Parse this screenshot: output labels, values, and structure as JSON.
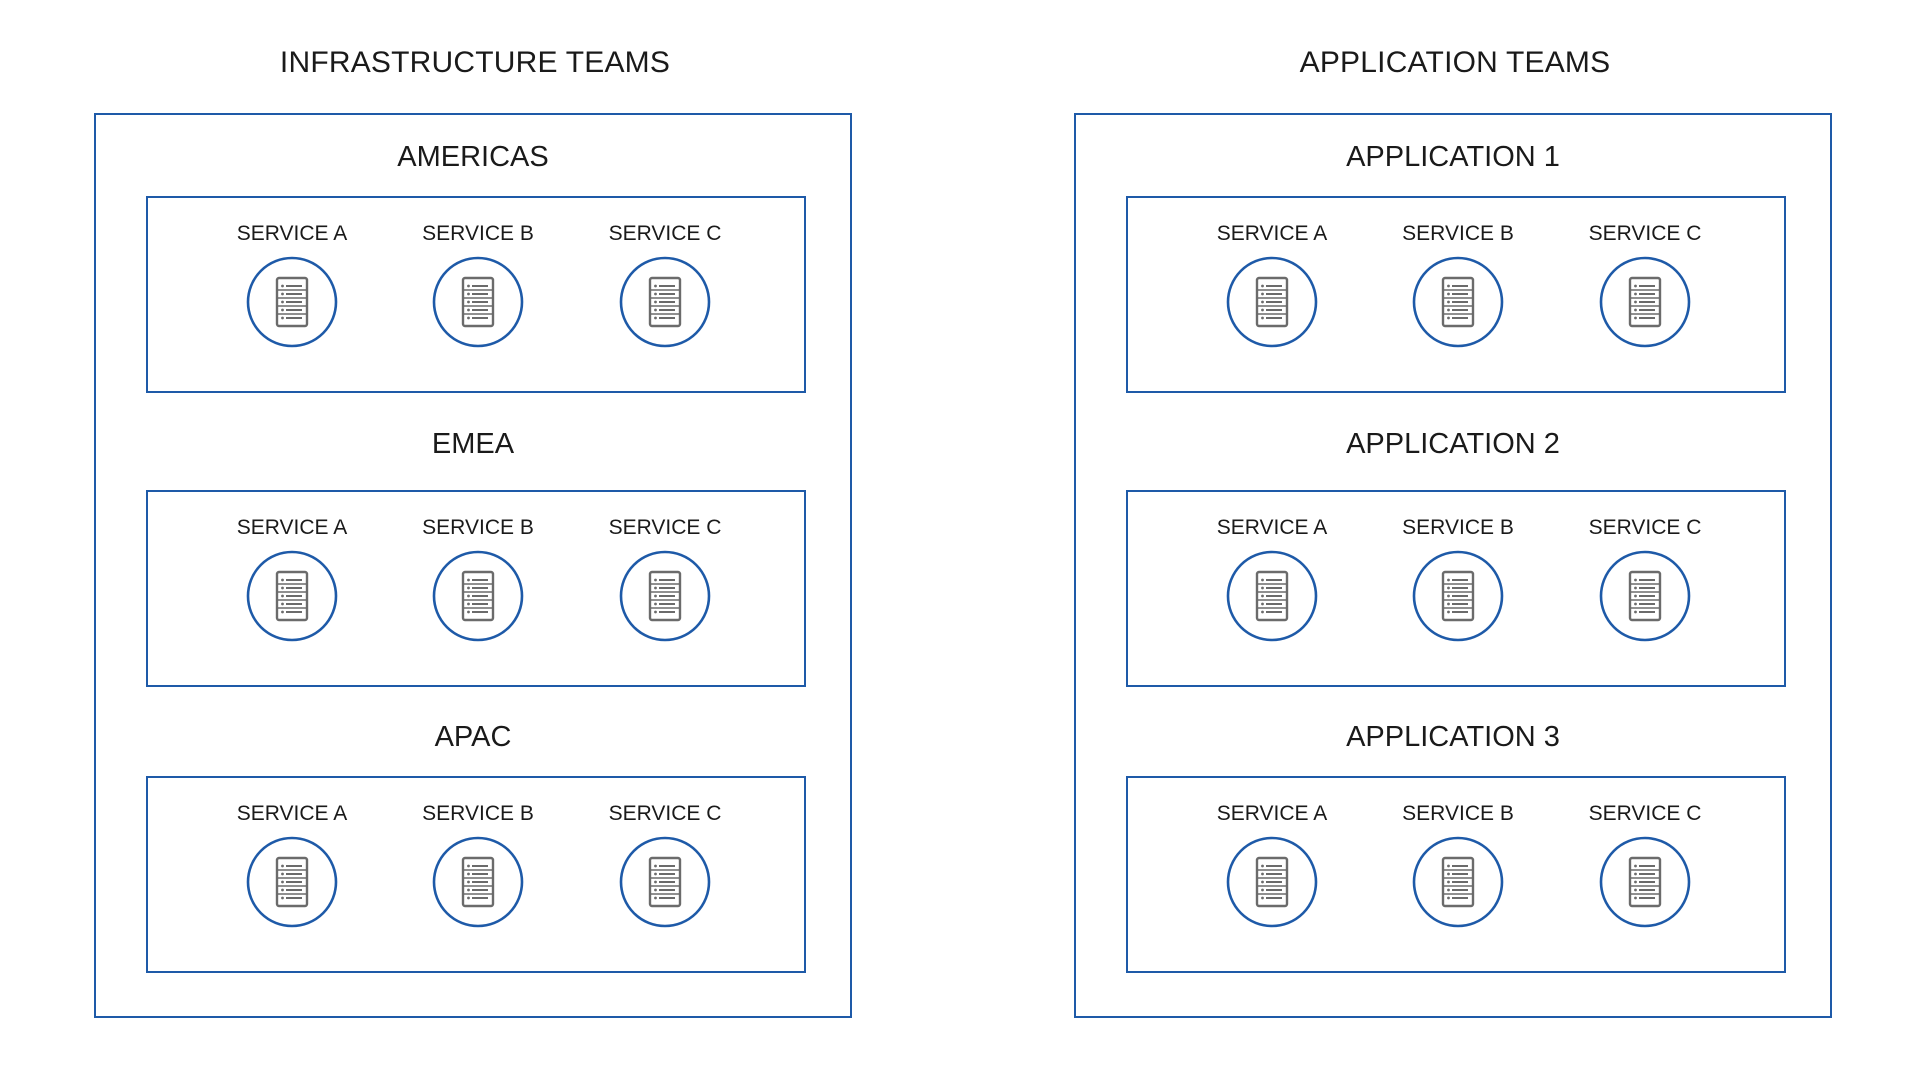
{
  "columns": [
    {
      "title": "INFRASTRUCTURE TEAMS",
      "groups": [
        {
          "title": "AMERICAS",
          "services": [
            "SERVICE A",
            "SERVICE B",
            "SERVICE C"
          ]
        },
        {
          "title": "EMEA",
          "services": [
            "SERVICE A",
            "SERVICE B",
            "SERVICE C"
          ]
        },
        {
          "title": "APAC",
          "services": [
            "SERVICE A",
            "SERVICE B",
            "SERVICE C"
          ]
        }
      ]
    },
    {
      "title": "APPLICATION TEAMS",
      "groups": [
        {
          "title": "APPLICATION 1",
          "services": [
            "SERVICE A",
            "SERVICE B",
            "SERVICE C"
          ]
        },
        {
          "title": "APPLICATION 2",
          "services": [
            "SERVICE A",
            "SERVICE B",
            "SERVICE C"
          ]
        },
        {
          "title": "APPLICATION 3",
          "services": [
            "SERVICE A",
            "SERVICE B",
            "SERVICE C"
          ]
        }
      ]
    }
  ],
  "icons": {
    "service": "server-icon"
  },
  "colors": {
    "border": "#1e5aa8",
    "icon": "#6b6b6b",
    "text": "#1a1a1a"
  }
}
